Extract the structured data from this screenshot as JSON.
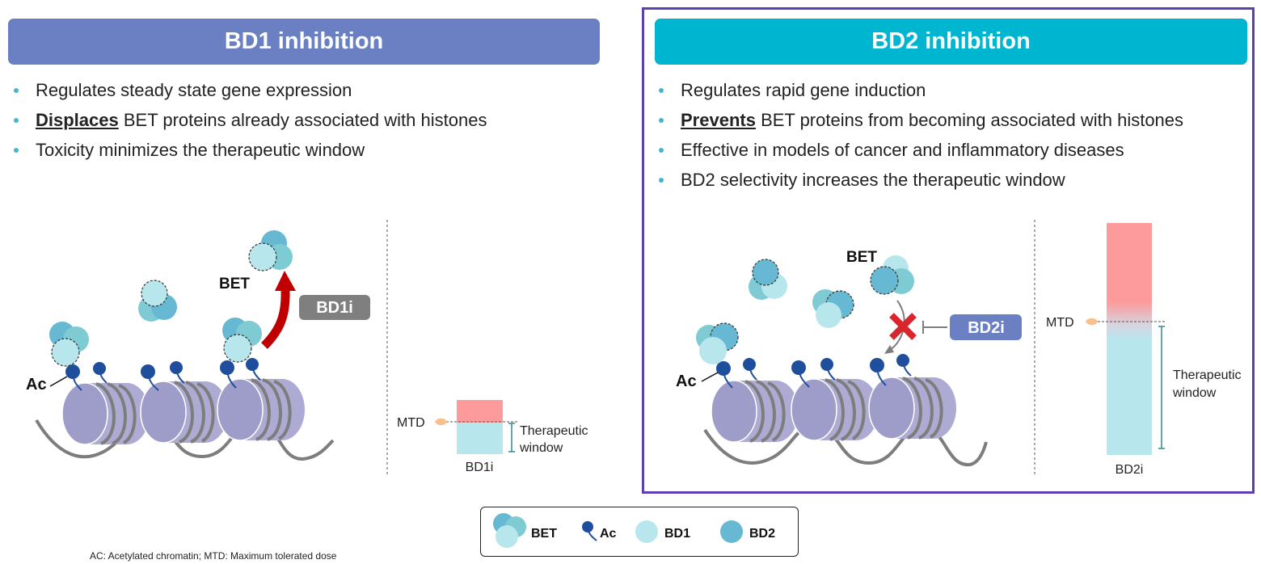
{
  "bd1": {
    "title": "BD1 inhibition",
    "bullets": [
      {
        "em": "",
        "text": "Regulates steady state gene expression"
      },
      {
        "em": "Displaces",
        "text": " BET proteins already associated with histones"
      },
      {
        "em": "",
        "text": "Toxicity minimizes the therapeutic window"
      }
    ],
    "labels": {
      "bet": "BET",
      "ac": "Ac",
      "inhibitor": "BD1i"
    },
    "chart": {
      "mtd": "MTD",
      "window_line1": "Therapeutic",
      "window_line2": "window",
      "xlabel": "BD1i"
    }
  },
  "bd2": {
    "title": "BD2 inhibition",
    "bullets": [
      {
        "em": "",
        "text": "Regulates rapid gene induction"
      },
      {
        "em": "Prevents",
        "text": " BET proteins from becoming associated with histones"
      },
      {
        "em": "",
        "text": "Effective in models of cancer and inflammatory diseases"
      },
      {
        "em": "",
        "text": "BD2 selectivity increases the therapeutic window"
      }
    ],
    "labels": {
      "bet": "BET",
      "ac": "Ac",
      "inhibitor": "BD2i"
    },
    "chart": {
      "mtd": "MTD",
      "window_line1": "Therapeutic",
      "window_line2": "window",
      "xlabel": "BD2i"
    }
  },
  "legend": [
    {
      "icon": "bet-cluster-icon",
      "label": "BET"
    },
    {
      "icon": "ac-lollipop-icon",
      "label": "Ac"
    },
    {
      "icon": "bd1-circle-icon",
      "label": "BD1"
    },
    {
      "icon": "bd2-circle-icon",
      "label": "BD2"
    }
  ],
  "footnote": "AC: Acetylated chromatin; MTD: Maximum tolerated dose",
  "colors": {
    "bd1_header": "#6a80c2",
    "bd2_header": "#00b5cf",
    "frame": "#5b3fb3",
    "bd1_domain": "#b8e6ed",
    "bd2_domain": "#67b9d3",
    "toxicity": "#fd9a9c",
    "window": "#b8e6ed",
    "nucleosome": "#9e9cc8",
    "ac_mark": "#1f4f9c",
    "arrow_red": "#c00000",
    "block_x": "#d9252c"
  }
}
